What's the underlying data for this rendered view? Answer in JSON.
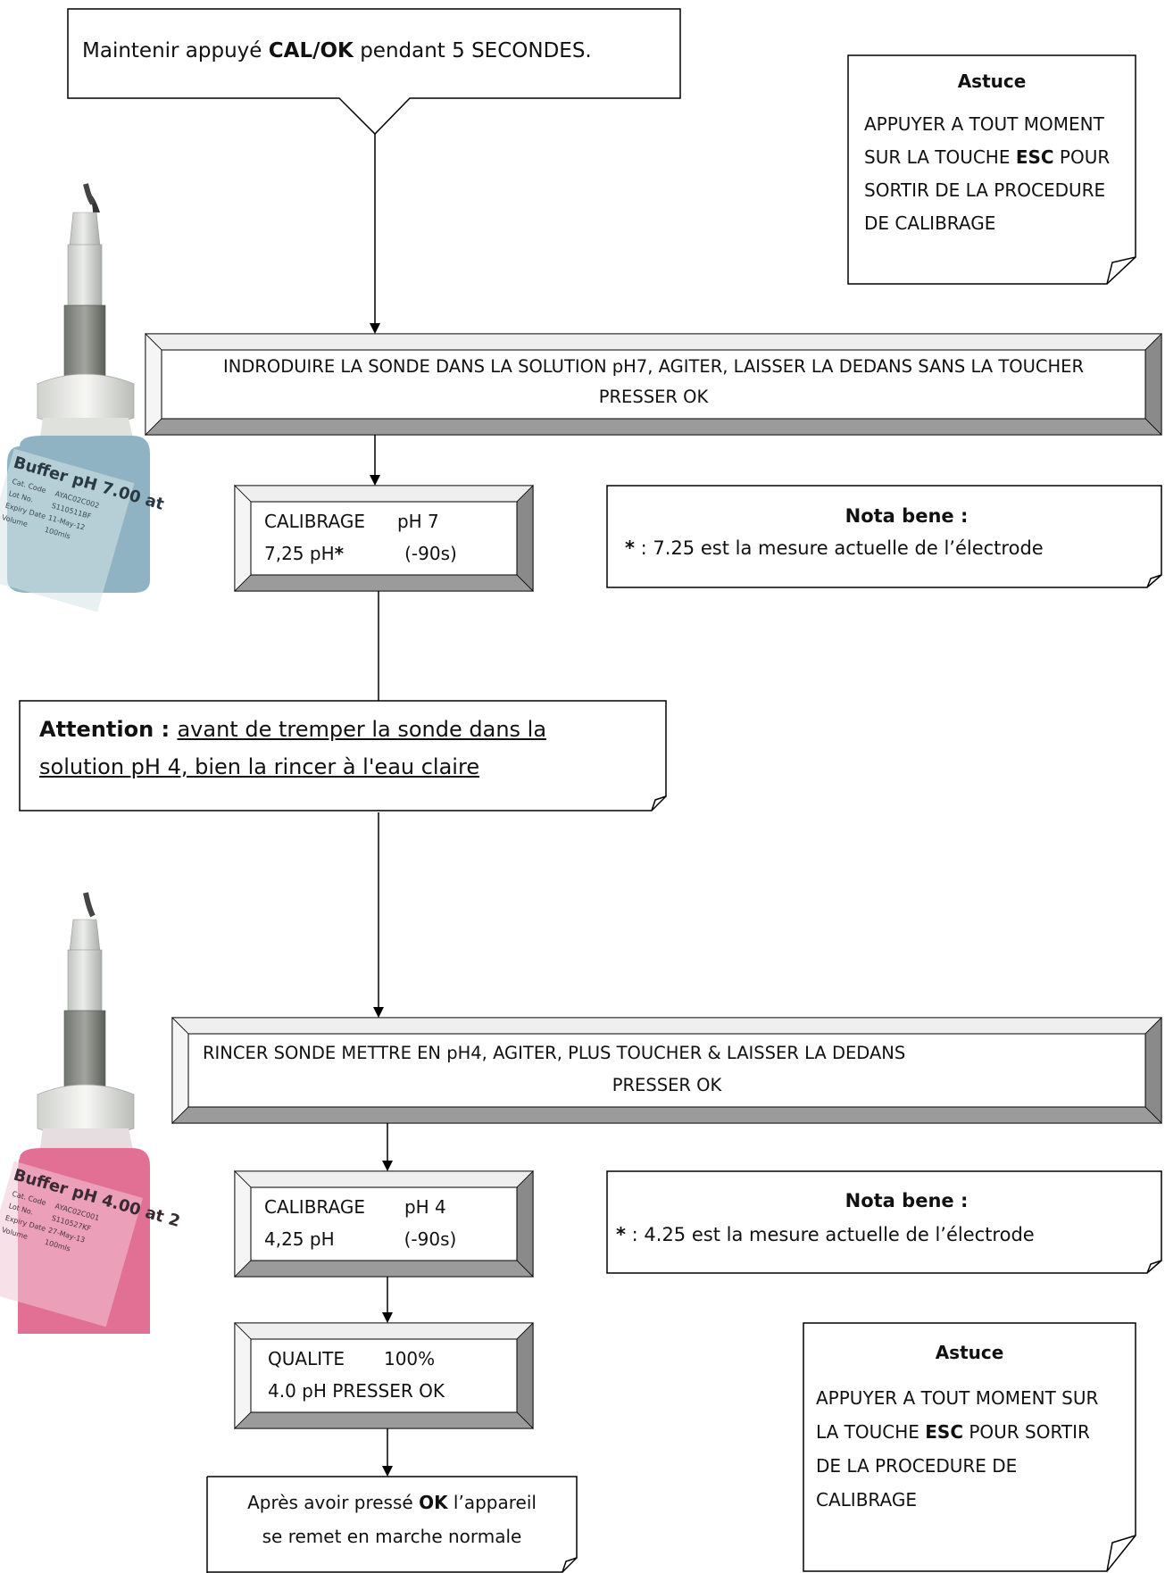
{
  "start": {
    "prefix": "Maintenir appuyé ",
    "key": "CAL/OK",
    "suffix": " pendant 5 SECONDES."
  },
  "tip_top": {
    "title": "Astuce",
    "line1": "APPUYER A TOUT MOMENT",
    "line2_prefix": "SUR LA TOUCHE ",
    "line2_key": "ESC",
    "line2_suffix": " POUR",
    "line3": "SORTIR DE LA PROCEDURE",
    "line4": "DE CALIBRAGE"
  },
  "step_ph7": {
    "line1": "INDRODUIRE LA SONDE DANS LA SOLUTION pH7, AGITER, LAISSER LA DEDANS SANS LA TOUCHER",
    "line2": "PRESSER OK"
  },
  "display_ph7": {
    "line1_a": "CALIBRAGE",
    "line1_b": "pH 7",
    "line2_a": "7,25 pH",
    "line2_star": "*",
    "line2_b": "(-90s)"
  },
  "note_ph7": {
    "title": "Nota bene :",
    "star": "*",
    "text": " : 7.25 est la  mesure actuelle de l’électrode"
  },
  "warning": {
    "label": "Attention : ",
    "line1": "avant de tremper la sonde dans la",
    "line2": "solution pH 4, bien la rincer à l'eau claire"
  },
  "step_ph4": {
    "line1": "RINCER SONDE METTRE EN pH4, AGITER, PLUS TOUCHER & LAISSER LA DEDANS",
    "line2": "PRESSER OK"
  },
  "display_ph4": {
    "line1_a": "CALIBRAGE",
    "line1_b": "pH 4",
    "line2_a": "4,25 pH",
    "line2_b": "(-90s)"
  },
  "note_ph4": {
    "title": "Nota bene :",
    "star": "*",
    "text": " : 4.25 est la  mesure actuelle de l’électrode"
  },
  "display_quality": {
    "line1_a": "QUALITE",
    "line1_b": "100%",
    "line2": "4.0 pH PRESSER OK"
  },
  "end": {
    "line1_prefix": "Après avoir pressé ",
    "line1_key": "OK",
    "line1_suffix": " l’appareil",
    "line2": "se remet en marche normale"
  },
  "tip_bottom": {
    "title": "Astuce",
    "line1": "APPUYER A TOUT MOMENT SUR",
    "line2_prefix": "LA TOUCHE ",
    "line2_key": "ESC",
    "line2_suffix": " POUR SORTIR",
    "line3": "DE LA PROCEDURE DE",
    "line4": "CALIBRAGE"
  },
  "bottle_ph7": {
    "label_main": "Buffer pH 7.00 at",
    "label_lines": [
      "Cat. Code",
      "AYAC02C002",
      "Lot No.",
      "S110511BF",
      "Expiry Date",
      "11-May-12",
      "Volume",
      "100mls"
    ],
    "liquid_color": "#8fb3c2"
  },
  "bottle_ph4": {
    "label_main": "Buffer pH 4.00 at 2",
    "label_lines": [
      "Cat. Code",
      "AYAC02C001",
      "Lot No.",
      "S110527KF",
      "Expiry Date",
      "27-May-13",
      "Volume",
      "100mls"
    ],
    "liquid_color": "#e27094"
  }
}
